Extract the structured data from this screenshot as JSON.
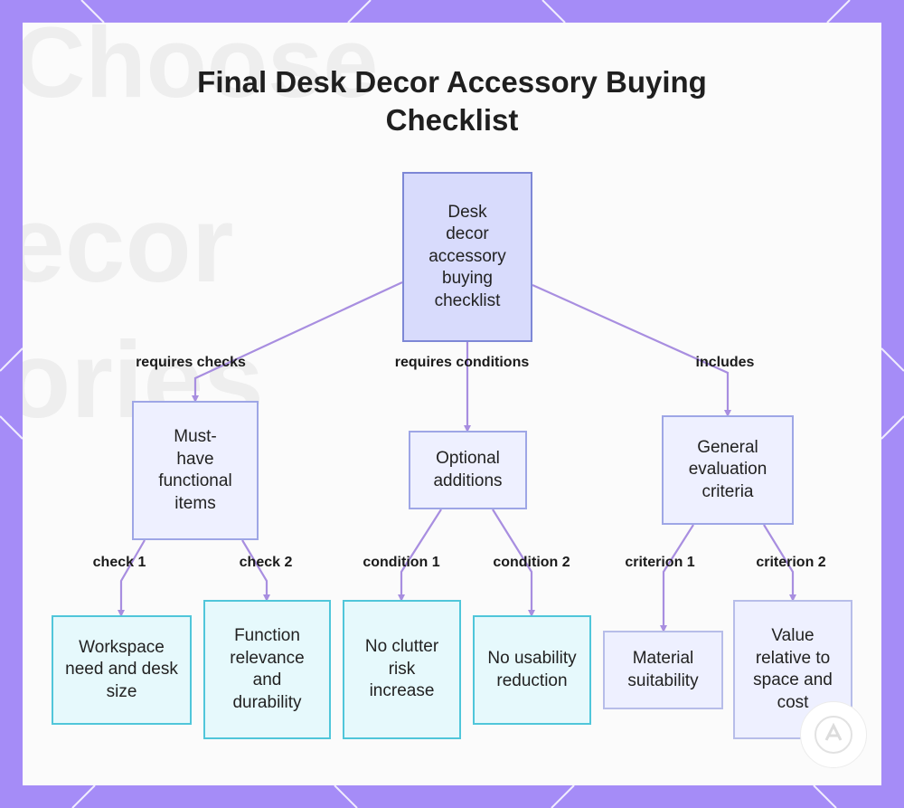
{
  "title": "Final Desk Decor Accessory Buying Checklist",
  "background_words": [
    "Choose",
    "ecor",
    "ories"
  ],
  "colors": {
    "frame": "#a58cf7",
    "root_fill": "#d8dbfc",
    "edge": "#a88ee0",
    "cyan_border": "#50c6da"
  },
  "nodes": {
    "root": "Desk decor accessory buying checklist",
    "must_have": "Must-have functional items",
    "optional": "Optional additions",
    "general": "General evaluation criteria",
    "workspace": "Workspace need and desk size",
    "function": "Function relevance and durability",
    "clutter": "No clutter risk increase",
    "usability": "No usability reduction",
    "material": "Material suitability",
    "value": "Value relative to space and cost"
  },
  "edges": {
    "requires_checks": "requires checks",
    "requires_conditions": "requires conditions",
    "includes": "includes",
    "check1": "check 1",
    "check2": "check 2",
    "condition1": "condition 1",
    "condition2": "condition 2",
    "criterion1": "criterion 1",
    "criterion2": "criterion 2"
  }
}
